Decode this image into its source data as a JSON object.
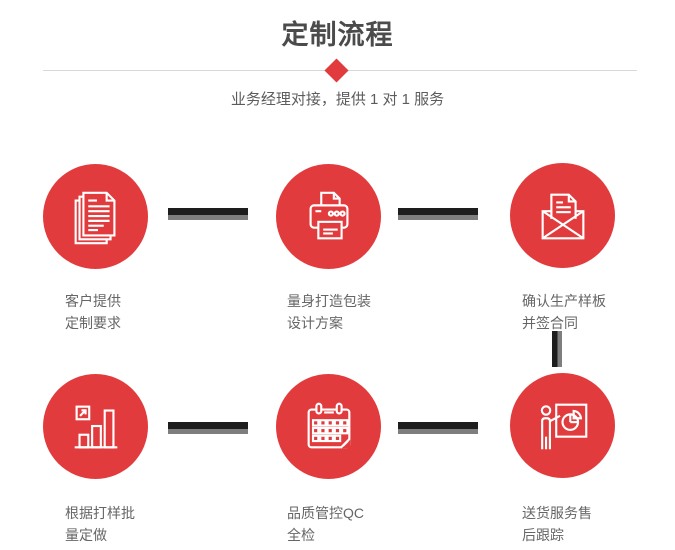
{
  "header": {
    "title": "定制流程",
    "subtitle": "业务经理对接，提供 1 对 1 服务"
  },
  "steps": [
    {
      "icon": "documents-icon",
      "label": [
        "客户提供",
        "定制要求"
      ]
    },
    {
      "icon": "printer-icon",
      "label": [
        "量身打造包装",
        "设计方案"
      ]
    },
    {
      "icon": "envelope-icon",
      "label": [
        "确认生产样板",
        "并签合同"
      ]
    },
    {
      "icon": "bar-chart-icon",
      "label": [
        "根据打样批",
        "量定做"
      ]
    },
    {
      "icon": "calendar-icon",
      "label": [
        "品质管控QC",
        "全检"
      ]
    },
    {
      "icon": "presenter-icon",
      "label": [
        "送货服务售",
        "后跟踪"
      ]
    }
  ],
  "colors": {
    "accent_red": "#e23b3d",
    "connector_dark": "#1d1d1d",
    "connector_gray": "#7e7e7e",
    "divider_gray": "#d8d8d8",
    "title_gray": "#4b4b4b",
    "text_gray": "#666666",
    "icon_stroke": "#ffffff",
    "background": "#ffffff"
  }
}
